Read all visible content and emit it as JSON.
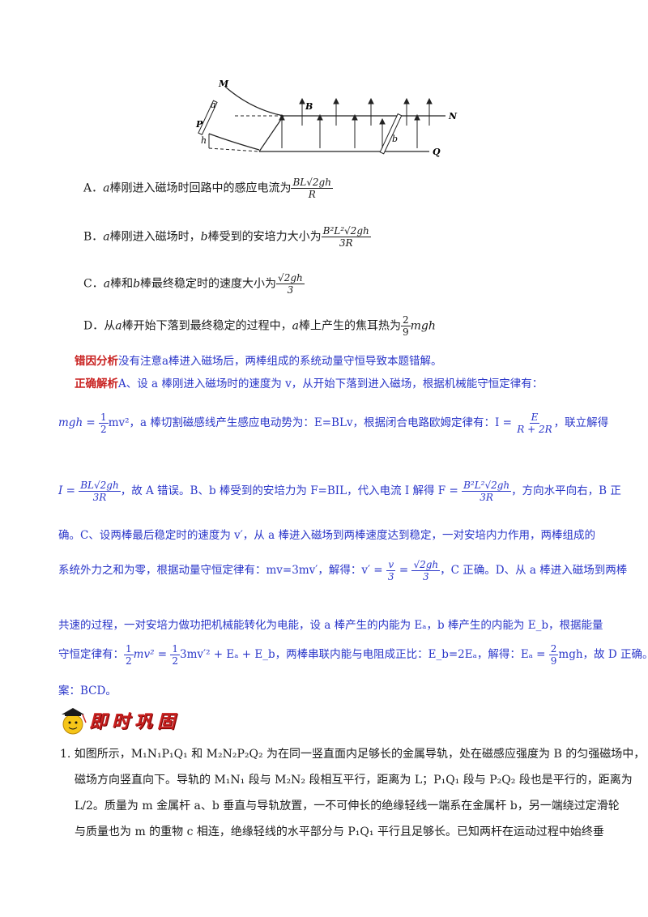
{
  "diagram": {
    "labels": {
      "M": "M",
      "a": "a",
      "P": "P",
      "h": "h",
      "B": "B",
      "N": "N",
      "b": "b",
      "Q": "Q"
    }
  },
  "options": {
    "A": {
      "prefix": "A．",
      "text_a": "a",
      "text_rest": "棒刚进入磁场时回路中的感应电流为",
      "num": "BL√2gh",
      "den": "R"
    },
    "B": {
      "prefix": "B．",
      "text_a": "a",
      "text_mid": "棒刚进入磁场时，",
      "text_b": "b",
      "text_rest": "棒受到的安培力大小为",
      "num": "B²L²√2gh",
      "den": "3R"
    },
    "C": {
      "prefix": "C．",
      "text_a": "a",
      "text_mid": "棒和",
      "text_b": "b",
      "text_rest": "棒最终稳定时的速度大小为",
      "num": "√2gh",
      "den": "3"
    },
    "D": {
      "prefix": "D．",
      "text_1": "从",
      "text_a": "a",
      "text_2": "棒开始下落到最终稳定的过程中，",
      "text_a2": "a",
      "text_3": "棒上产生的焦耳热为",
      "num": "2",
      "den": "9",
      "tail": "mgh"
    }
  },
  "error_analysis": {
    "label": "错因分析",
    "text": "没有注意a棒进入磁场后，两棒组成的系统动量守恒导致本题错解。"
  },
  "correct_analysis": {
    "label": "正确解析",
    "line1": "A、设 a 棒刚进入磁场时的速度为 v，从开始下落到进入磁场，根据机械能守恒定律有：",
    "line2a": "mgh = ",
    "line2_frac_num": "1",
    "line2_frac_den": "2",
    "line2b": "mv²，a 棒切割磁感线产生感应电动势为：E=BLv，根据闭合电路欧姆定律有：I = ",
    "line2_frac2_num": "E",
    "line2_frac2_den": "R + 2R",
    "line2c": "，联立解得",
    "line3a": "I = ",
    "line3_frac_num": "BL√2gh",
    "line3_frac_den": "3R",
    "line3b": "，故 A 错误。B、b 棒受到的安培力为 F=BIL，代入电流 I 解得 F = ",
    "line3_frac2_num": "B²L²√2gh",
    "line3_frac2_den": "3R",
    "line3c": "，方向水平向右，B 正",
    "line4": "确。C、设两棒最后稳定时的速度为 v′，从 a 棒进入磁场到两棒速度达到稳定，一对安培内力作用，两棒组成的",
    "line5a": "系统外力之和为零，根据动量守恒定律有：mv=3mv′，解得：v′ = ",
    "line5_frac_num": "v",
    "line5_frac_den": "3",
    "line5_eq": " = ",
    "line5_frac2_num": "√2gh",
    "line5_frac2_den": "3",
    "line5b": "，C 正确。D、从 a 棒进入磁场到两棒",
    "line6": "共速的过程，一对安培力做功把机械能转化为电能，设 a 棒产生的内能为 Eₐ，b 棒产生的内能为 E_b，根据能量",
    "line7a": "守恒定律有：",
    "line7_frac_num": "1",
    "line7_frac_den": "2",
    "line7b": "mv² = ",
    "line7_frac2_num": "1",
    "line7_frac2_den": "2",
    "line7c": "3mv′² + Eₐ + E_b，两棒串联内能与电阻成正比：E_b=2Eₐ，解得：Eₐ = ",
    "line7_frac3_num": "2",
    "line7_frac3_den": "9",
    "line7d": "mgh，故 D 正确。答",
    "line8": "案：BCD。"
  },
  "banner": {
    "text": "即时巩固"
  },
  "question1": {
    "line1": "1. 如图所示，M₁N₁P₁Q₁ 和 M₂N₂P₂Q₂ 为在同一竖直面内足够长的金属导轨，处在磁感应强度为 B 的匀强磁场中，",
    "line2": "磁场方向竖直向下。导轨的 M₁N₁ 段与 M₂N₂ 段相互平行，距离为 L；P₁Q₁ 段与 P₂Q₂ 段也是平行的，距离为",
    "line3": "L/2。质量为 m 金属杆 a、b 垂直与导轨放置，一不可伸长的绝缘轻线一端系在金属杆 b，另一端绕过定滑轮",
    "line4": "与质量也为 m 的重物 c 相连，绝缘轻线的水平部分与 P₁Q₁ 平行且足够长。已知两杆在运动过程中始终垂"
  },
  "colors": {
    "analysis_blue": "#2a36c9",
    "label_red": "#c8201f"
  }
}
